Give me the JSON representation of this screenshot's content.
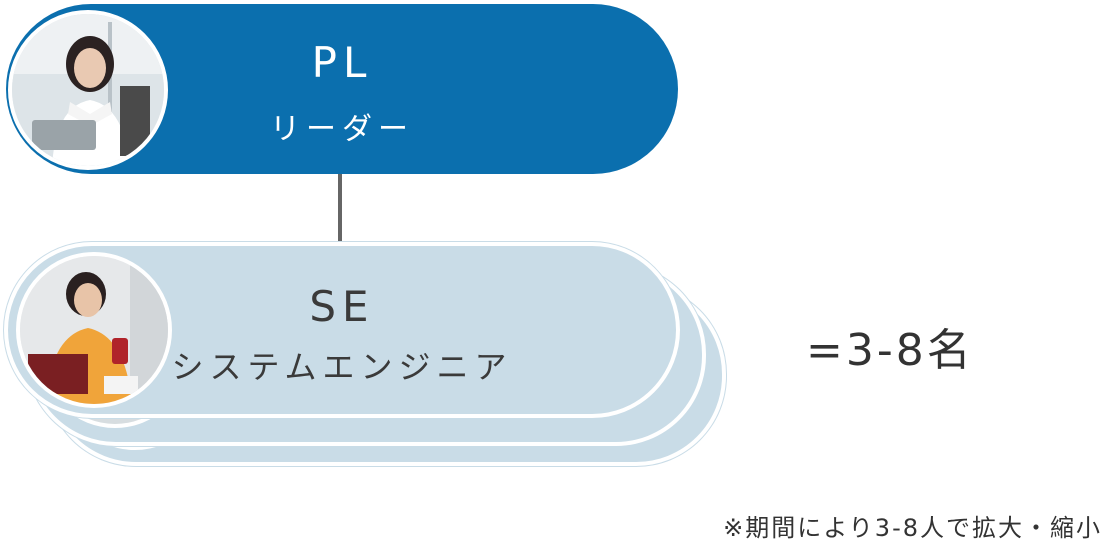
{
  "leader": {
    "role": "PL",
    "subtitle": "リーダー",
    "photo_icon": "woman-with-laptop-photo"
  },
  "engineer": {
    "role": "SE",
    "subtitle": "システムエンジニア",
    "photo_icon": "woman-with-phone-photo"
  },
  "team_size": "=3-8名",
  "note": "※期間により3-8人で拡大・縮小",
  "colors": {
    "leader_bg": "#0b6fae",
    "engineer_bg": "#c9dce7",
    "connector": "#666666"
  }
}
